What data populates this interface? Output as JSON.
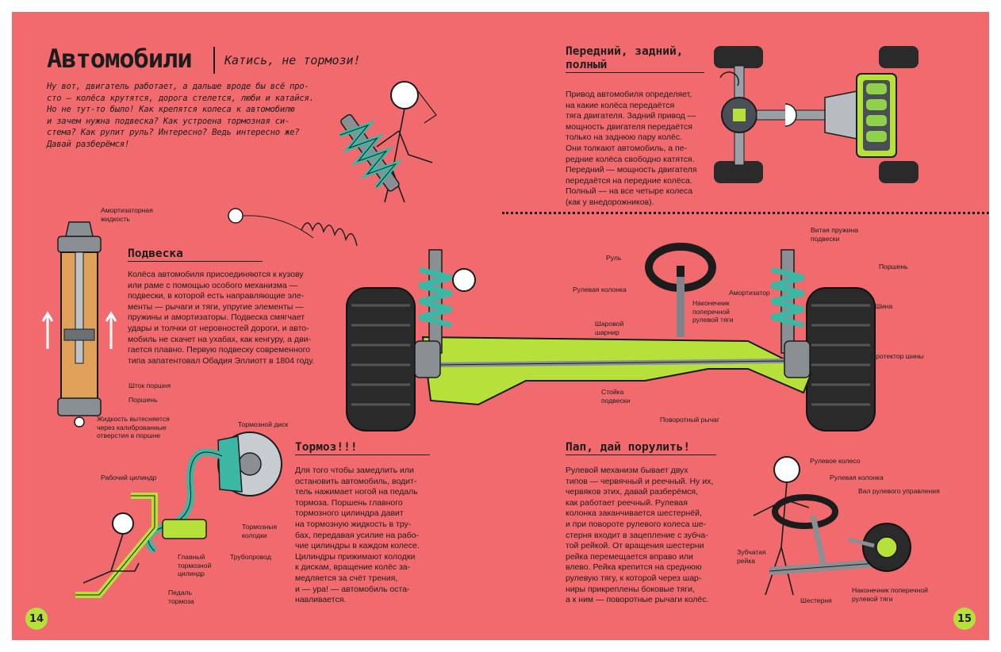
{
  "page": {
    "title": "Автомобили",
    "subtitle": "Катись, не тормози!",
    "intro": "Ну вот, двигатель работает, а дальше вроде бы всё про-\nсто — колёса крутятся, дорога стелется, люби и катайся.\nНо не тут-то было! Как крепятся колеса к автомобилю\nи зачем нужна подвеска? Как устроена тормозная си-\nстема? Как рулит руль? Интересно? Ведь интересно же?\nДавай разберёмся!",
    "page_left": "14",
    "page_right": "15"
  },
  "drive": {
    "title": "Передний, задний,\nполный",
    "text": "Привод автомобиля определяет,\nна какие колёса передаётся\nтяга двигателя. Задний привод —\nмощность двигателя передаётся\nтолько на заднюю пару колёс.\nОни толкают автомобиль, а пе-\nредние колёса свободно катятся.\nПередний — мощность двигателя\nпередаётся на передние колёса.\nПолный — на все четыре колеса\n(как у внедорожников)."
  },
  "suspension": {
    "title": "Подвеска",
    "text": "Колёса автомобиля присоединяются к кузову\nили раме с помощью особого механизма —\nподвески, в которой есть направляющие эле-\nменты — рычаги и тяги, упругие элементы —\nпружины и амортизаторы. Подвеска смягчает\nудары и толчки от неровностей дороги, и авто-\nмобиль не скачет на ухабах, как кенгуру, а дви-\nгается плавно. Первую подвеску современного\nтипа запатентовал Обадия Эллиотт в 1804 году.",
    "labels": {
      "fluid": "Амортизаторная\nжидкость",
      "rod": "Шток поршня",
      "piston": "Поршень",
      "displaced": "Жидкость вытесняется\nчерез калиброванные\nотверстия в поршне"
    }
  },
  "axle": {
    "labels": {
      "wheel": "Руль",
      "column": "Рулевая колонка",
      "ball_joint": "Шаровой\nшарнир",
      "strut": "Стойка\nподвески",
      "knuckle": "Поворотный рычаг",
      "coil": "Витая пружина\nподвески",
      "piston": "Поршень",
      "damper": "Амортизатор",
      "tie_rod_end": "Наконечник\nпоперечной\nрулевой тяги",
      "tire": "Шина",
      "tread": "Протектор шины"
    }
  },
  "brakes": {
    "title": "Тормоз!!!",
    "text": "Для того чтобы замедлить или\nостановить автомобиль, водит-\nтель нажимает ногой на педаль\nтормоза. Поршень главного\nтормозного цилиндра давит\nна тормозную жидкость в тру-\nбах, передавая усилие на рабо-\nчие цилиндры в каждом колесе.\nЦилиндры прижимают колодки\nк дискам, вращение колёс за-\nмедляется за счёт трения,\nи — ура! — автомобиль оста-\nнавливается.",
    "labels": {
      "disc": "Тормозной диск",
      "slave": "Рабочий цилиндр",
      "pads": "Тормозные\nколодки",
      "master": "Главный\nтормозной\nцилиндр",
      "pipe": "Трубопровод",
      "pedal": "Педаль\nтормоза"
    }
  },
  "steering": {
    "title": "Пап, дай порулить!",
    "text": "Рулевой механизм бывает двух\nтипов — червячный и реечный. Ну их,\nчервяков этих, давай разберёмся,\nкак работает реечный. Рулевая\nколонка заканчивается шестернёй,\nи при повороте рулевого колеса ше-\nстерня входит в зацепление с зубча-\nтой рейкой. От вращения шестерни\nрейка перемещается вправо или\nвлево. Рейка крепится на среднюю\nрулевую тягу, к которой через шар-\nниры прикреплены боковые тяги,\nа к ним — поворотные рычаги колёс.",
    "labels": {
      "wheel": "Рулевое колесо",
      "column": "Рулевая колонка",
      "shaft": "Вал рулевого управления",
      "rack": "Зубчатая\nрейка",
      "gear": "Шестерня",
      "tie_rod_end": "Наконечник поперечной\nрулевой тяги"
    }
  },
  "colors": {
    "background": "#f06a6e",
    "accent_green": "#b6e13a",
    "accent_teal": "#3bb7a3",
    "ink": "#1c1c1c"
  }
}
